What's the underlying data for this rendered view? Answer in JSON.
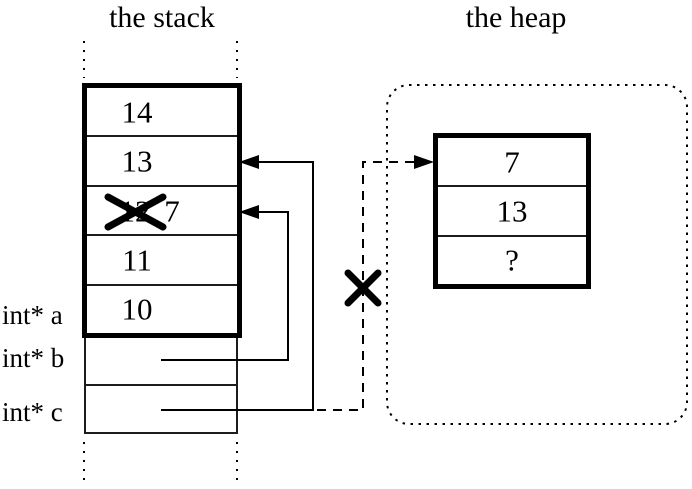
{
  "colors": {
    "ink": "#000000",
    "background": "#ffffff"
  },
  "stack_panel": {
    "title": "the stack",
    "frame_rows": [
      {
        "value": "14"
      },
      {
        "value": "13"
      },
      {
        "old_value": "12",
        "new_value": "7"
      },
      {
        "value": "11"
      },
      {
        "value": "10"
      }
    ],
    "pointer_labels": [
      {
        "text": "int* a"
      },
      {
        "text": "int* b"
      },
      {
        "text": "int* c"
      }
    ]
  },
  "heap_panel": {
    "title": "the heap",
    "frame_rows": [
      {
        "value": "7"
      },
      {
        "value": "13"
      },
      {
        "value": "?"
      }
    ]
  }
}
